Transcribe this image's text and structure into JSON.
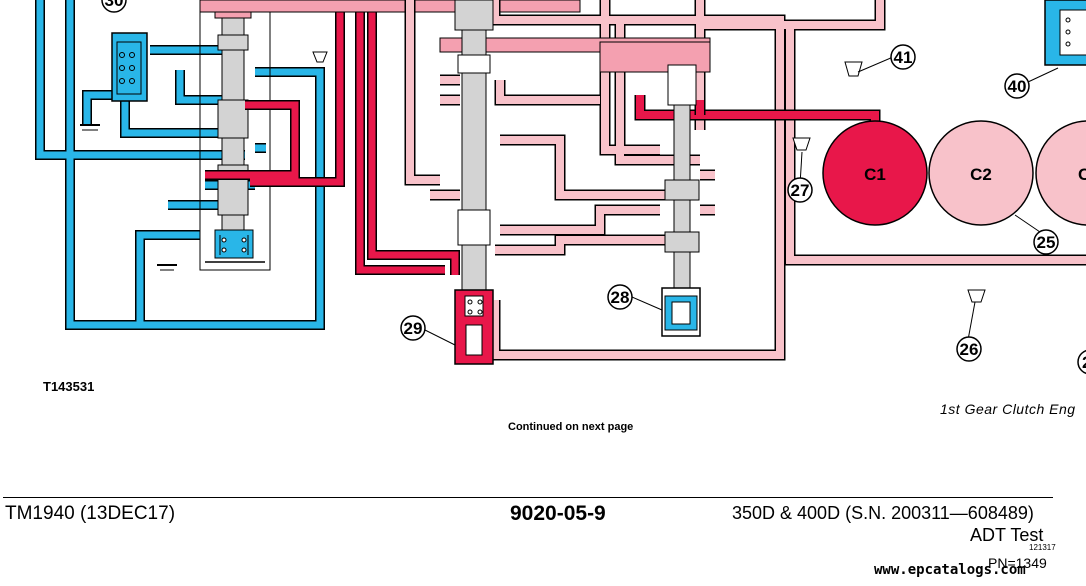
{
  "colors": {
    "blue": "#29b6e8",
    "red": "#e8174a",
    "pink": "#f4a0b0",
    "lightPink": "#f8c2ca",
    "spool": "#d3d3d3",
    "outline": "#000000"
  },
  "diagram": {
    "figure_id": "T143531",
    "caption": "1st Gear Clutch Eng",
    "continued_note": "Continued on next page",
    "clutches": [
      {
        "label": "C1",
        "color": "#e8174a"
      },
      {
        "label": "C2",
        "color": "#f8c2ca"
      },
      {
        "label": "C",
        "color": "#f8c2ca"
      }
    ],
    "callouts": [
      "30",
      "41",
      "40",
      "27",
      "25",
      "28",
      "29",
      "26",
      "2"
    ]
  },
  "footer": {
    "manual_code": "TM1940 (13DEC17)",
    "page_number": "9020-05-9",
    "models": "350D & 400D (S.N. 200311—608489)",
    "section": "ADT Test",
    "small_code": "121317",
    "pn": "PN=1349"
  },
  "watermark": "www.epcatalogs.com"
}
